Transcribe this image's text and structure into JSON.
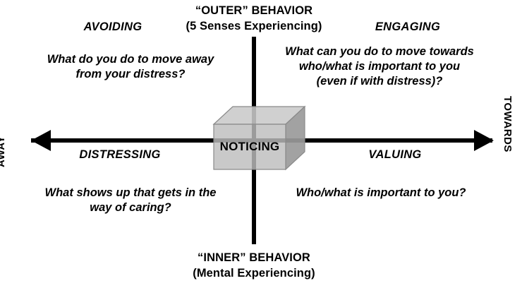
{
  "diagram": {
    "title_top_line1": "“OUTER” BEHAVIOR",
    "title_top_line2": "(5 Senses Experiencing)",
    "title_bottom_line1": "“INNER” BEHAVIOR",
    "title_bottom_line2": "(Mental Experiencing)",
    "axis_left_label": "AWAY",
    "axis_right_label": "TOWARDS",
    "center_label": "NOTICING",
    "quadrants": {
      "top_left": {
        "label": "AVOIDING",
        "question_lines": [
          "What do you do to move away",
          "from your distress?"
        ]
      },
      "top_right": {
        "label": "ENGAGING",
        "question_lines": [
          "What can you do to move towards",
          "who/what is important to you",
          "(even if with distress)?"
        ]
      },
      "bottom_left": {
        "label": "DISTRESSING",
        "question_lines": [
          "What shows up that gets in the",
          "way of caring?"
        ]
      },
      "bottom_right": {
        "label": "VALUING",
        "question_lines": [
          "Who/what is important to you?"
        ]
      }
    },
    "colors": {
      "axis": "#000000",
      "text": "#000000",
      "background": "#ffffff",
      "cube_top": "#c9c9c9",
      "cube_front": "#bdbdbd",
      "cube_side": "#9a9a9a",
      "cube_stroke": "#808080"
    }
  }
}
